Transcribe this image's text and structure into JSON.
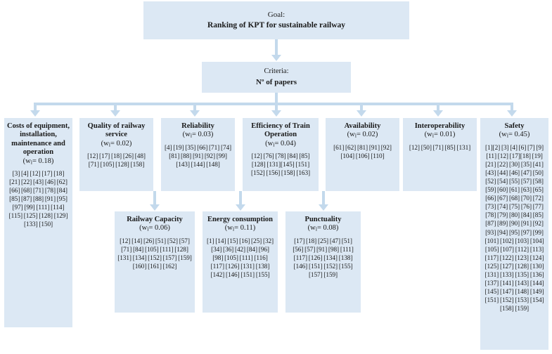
{
  "diagram": {
    "goal": {
      "label": "Goal:",
      "text": "Ranking of KPT for sustainable railway"
    },
    "criteria": {
      "label": "Criteria:",
      "text": "Nº of papers"
    },
    "weight_prefix": "(w",
    "weight_sub": "i",
    "weight_mid": "= ",
    "weight_suffix": ")",
    "level1": [
      {
        "name": "costs",
        "title": "Costs of equipment, installation, maintenance and operation",
        "weight": "0.18",
        "refs": "[3] [4] [12] [17] [18] [21] [22] [43] [46] [62] [66] [68] [71] [78] [84] [85] [87] [88] [91] [95] [97] [99] [111] [114] [115] [125] [128] [129] [133] [150]"
      },
      {
        "name": "quality-of-railway-service",
        "title": "Quality of railway service",
        "weight": "0.02",
        "refs": "[12] [17] [18] [26] [48] [71] [105] [128] [158]"
      },
      {
        "name": "reliability",
        "title": "Reliability",
        "weight": "0.03",
        "refs": "[4] [19] [35] [66] [71] [74] [81] [88] [91] [92] [99] [143] [144] [148]"
      },
      {
        "name": "efficiency-of-train-operation",
        "title": "Efficiency of Train Operation",
        "weight": "0.04",
        "refs": "[12] [76] [78] [84] [85] [128] [131][145] [151] [152] [156] [158] [163]"
      },
      {
        "name": "availability",
        "title": "Availability",
        "weight": "0.02",
        "refs": "[61] [62] [81] [91] [92] [104] [106] [110]"
      },
      {
        "name": "interoperability",
        "title": "Interoperability",
        "weight": "0.01",
        "refs": "[12] [50] [71] [85] [131]"
      },
      {
        "name": "safety",
        "title": "Safety",
        "weight": "0.45",
        "refs": "[1][2] [3] [4] [6] [7] [9][11] [12] [17][18] [19] [21] [22] [30] [35] [41] [43] [44] [46] [47] [50] [52] [54] [55] [57] [58] [59] [60] [61] [63] [65] [66] [67] [68] [70] [72] [73] [74] [75] [76] [77] [78] [79] [80] [84] [85] [87] [89] [90] [91] [92] [93] [94] [95] [97] [99] [101] [102] [103] [104] [105] [107] [112] [113] [117] [122] [123] [124] [125] [127] [128] [130] [131] [133] [135] [136] [137] [141] [143] [144] [145] [147] [148] [149] [151] [152] [153] [154] [158] [159]"
      }
    ],
    "level2": [
      {
        "name": "railway-capacity",
        "title": "Railway Capacity",
        "weight": "0.06",
        "refs": "[12] [14] [26] [51] [52] [57] [71] [84] [105] [111] [128] [131] [134] [152] [157] [159] [160] [161] [162]"
      },
      {
        "name": "energy-consumption",
        "title": "Energy consumption",
        "weight": "0.11",
        "refs": "[1] [14] [15] [16] [25] [32] [34] [36] [42] [84] [96] [98] [105] [111] [116] [117] [126] [131] [138] [142] [146] [151] [155]"
      },
      {
        "name": "punctuality",
        "title": "Punctuality",
        "weight": "0.08",
        "refs": "[17] [18] [25] [47] [51] [56] [57] [91] [98] [111] [117] [126] [134] [138] [146] [151] [152] [155] [157] [159]"
      }
    ],
    "colors": {
      "box_fill": "#dce8f4",
      "connector": "#c3d9ec",
      "text": "#1a1a1a",
      "background": "#ffffff"
    }
  }
}
